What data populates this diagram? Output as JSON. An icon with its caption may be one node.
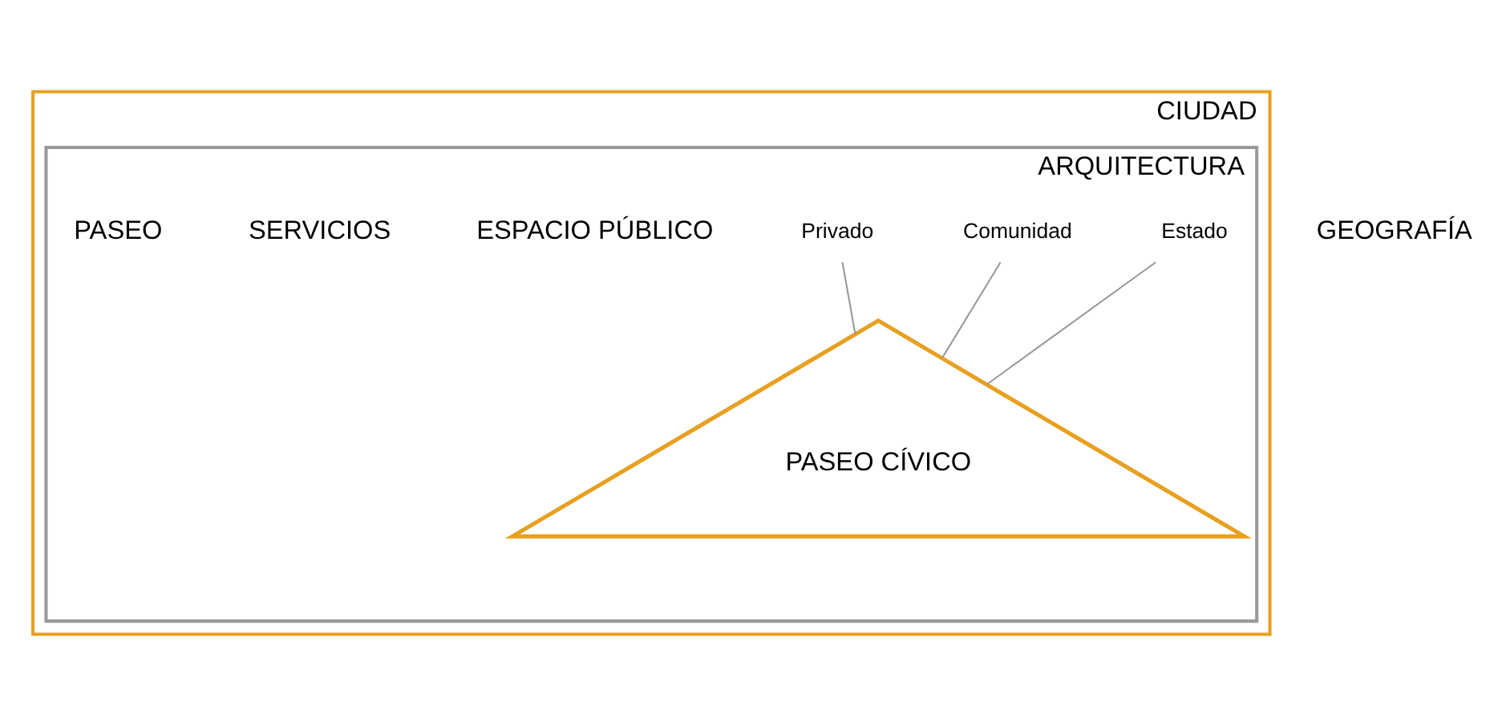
{
  "diagram": {
    "nodes": [
      {
        "text": [
          "CIUDAD"
        ]
      },
      {
        "text": [
          "ARQUITECTURA"
        ],
        "in": 0
      },
      {
        "text": [
          "PASEO CÍVICO"
        ],
        "in": 1
      },
      {
        "text": [
          "Estado"
        ],
        "in": 1
      },
      {
        "text": [
          "Comunidad"
        ],
        "in": 1
      },
      {
        "text": [
          "Privado"
        ],
        "in": 1
      }
    ],
    "edges": [
      {
        "from": 3,
        "to": 2,
        "arrow": "none"
      },
      {
        "from": 4,
        "to": 2,
        "arrow": "none"
      },
      {
        "from": 5,
        "to": 2,
        "arrow": "none"
      }
    ],
    "labels": [
      "ESPACIO PÚBLICO",
      "SERVICIOS",
      "PASEO",
      "GEOGRAFÍA"
    ]
  }
}
